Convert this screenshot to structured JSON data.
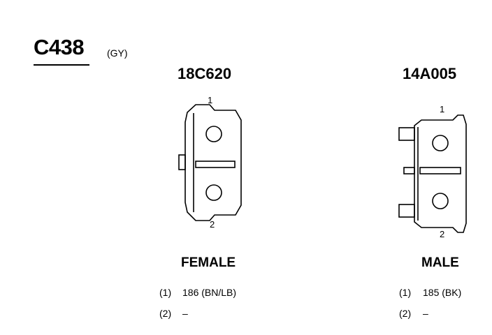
{
  "connector": {
    "id": "C438",
    "color_code": "(GY)"
  },
  "left": {
    "part_number": "18C620",
    "gender": "FEMALE",
    "pin_top_label": "1",
    "pin_bottom_label": "2",
    "pins": [
      {
        "num": "(1)",
        "wire": "186 (BN/LB)"
      },
      {
        "num": "(2)",
        "wire": "–"
      }
    ]
  },
  "right": {
    "part_number": "14A005",
    "gender": "MALE",
    "pin_top_label": "1",
    "pin_bottom_label": "2",
    "pins": [
      {
        "num": "(1)",
        "wire": "185 (BK)"
      },
      {
        "num": "(2)",
        "wire": "–"
      }
    ]
  }
}
